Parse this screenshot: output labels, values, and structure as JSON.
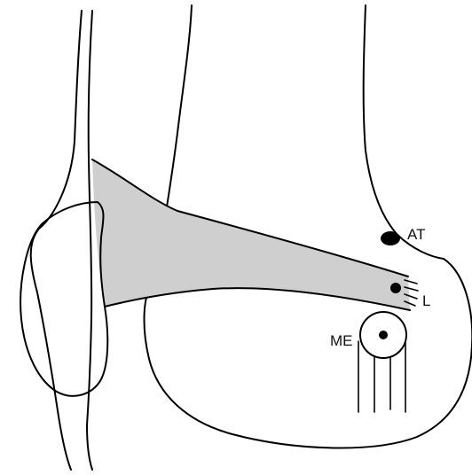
{
  "diagram": {
    "labels": {
      "at": "AT",
      "l": "L",
      "me": "ME"
    },
    "colors": {
      "band_fill": "#cfcfcf",
      "outline": "#000000",
      "background": "#ffffff"
    }
  }
}
